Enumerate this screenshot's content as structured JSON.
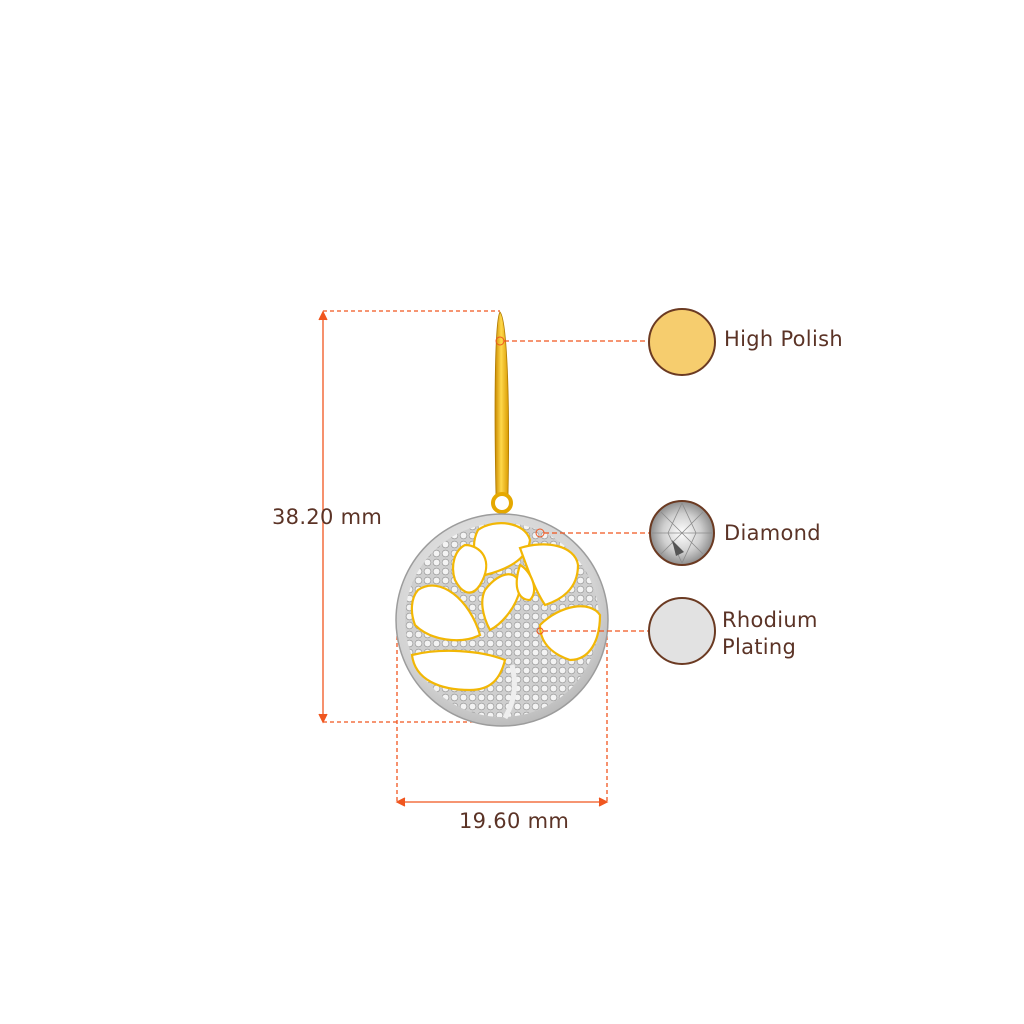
{
  "dimensions": {
    "height_label": "38.20 mm",
    "width_label": "19.60 mm"
  },
  "materials": [
    {
      "label": "High Polish",
      "swatch_color": "#f6cd6e",
      "icon": "gold-swatch-icon"
    },
    {
      "label": "Diamond",
      "swatch_color": "#e8e8e8",
      "icon": "diamond-swatch-icon"
    },
    {
      "label_line1": "Rhodium",
      "label_line2": "Plating",
      "swatch_color": "#e2e2e2",
      "icon": "rhodium-swatch-icon"
    }
  ],
  "colors": {
    "measure_line": "#f0561f",
    "text": "#5b3326",
    "swatch_border": "#6b3a22",
    "gold": "#f2b705",
    "silver": "#d9d9d9"
  }
}
